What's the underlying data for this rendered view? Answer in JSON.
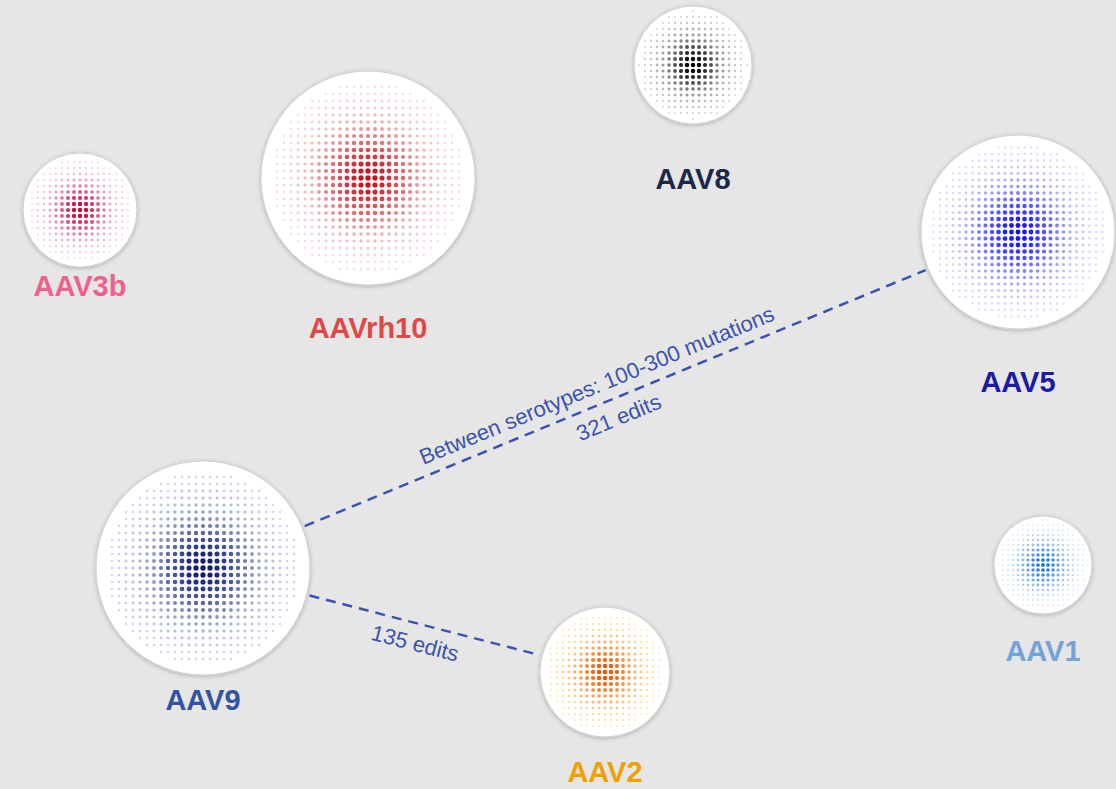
{
  "diagram": {
    "nodes": [
      {
        "text": [
          "AAV8"
        ]
      },
      {
        "text": [
          "AAV3b"
        ]
      },
      {
        "text": [
          "AAVrh10"
        ]
      },
      {
        "text": [
          "AAV5"
        ]
      },
      {
        "text": [
          "AAV9"
        ]
      },
      {
        "text": [
          "AAV1"
        ]
      },
      {
        "text": [
          "AAV2"
        ]
      }
    ],
    "edges": [
      {
        "from": 4,
        "to": 3,
        "label": "321 edits",
        "arrow": "none"
      },
      {
        "from": 4,
        "to": 6,
        "label": "135 edits",
        "arrow": "none"
      }
    ],
    "labels": [
      "Between serotypes: 100-300 mutations"
    ]
  }
}
